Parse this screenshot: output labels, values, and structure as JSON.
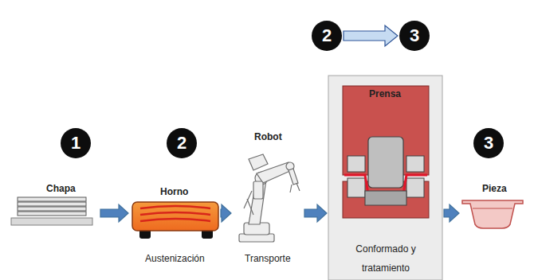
{
  "diagram": {
    "nodes": [
      {
        "text": [
          "2"
        ]
      },
      {
        "text": [
          "3"
        ]
      },
      {
        "text": [
          "1"
        ]
      },
      {
        "text": [
          "2"
        ]
      },
      {
        "text": [
          "3"
        ]
      },
      {
        "text": [
          "Chapa"
        ]
      },
      {
        "text": [
          "Horno",
          "Austenización"
        ]
      },
      {
        "text": [
          "Robot",
          "Transporte"
        ]
      },
      {
        "text": [
          "Prensa",
          "Conformado y tratamiento"
        ]
      },
      {
        "text": [
          "Pieza"
        ]
      }
    ],
    "edges": [
      {
        "from": 0,
        "to": 1,
        "arrow": "to"
      },
      {
        "from": 5,
        "to": 6,
        "arrow": "to"
      },
      {
        "from": 6,
        "to": 7,
        "arrow": "to"
      },
      {
        "from": 7,
        "to": 8,
        "arrow": "to"
      },
      {
        "from": 8,
        "to": 9,
        "arrow": "to"
      }
    ]
  }
}
